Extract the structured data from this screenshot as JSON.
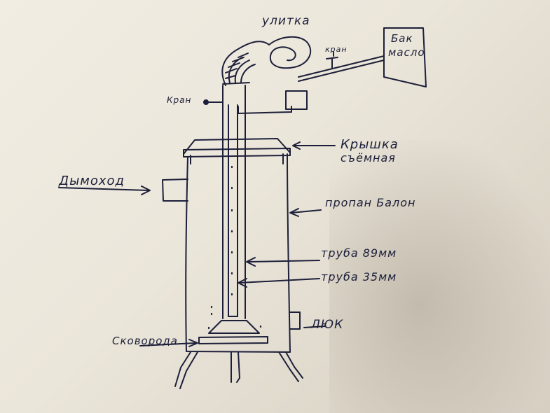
{
  "labels": {
    "snail": "улитка",
    "oil_tank_line1": "Бак",
    "oil_tank_line2": "масло",
    "valve_top": "кран",
    "valve_left": "Кран",
    "lid_line1": "Крышка",
    "lid_line2": "съёмная",
    "chimney": "Дымоход",
    "propane": "пропан Балон",
    "pipe89": "труба 89мм",
    "pipe35": "труба 35мм",
    "hatch": "ЛЮК",
    "pan": "Сковорода"
  },
  "colors": {
    "ink": "#1d1f3a",
    "paper": "#ece7db"
  }
}
